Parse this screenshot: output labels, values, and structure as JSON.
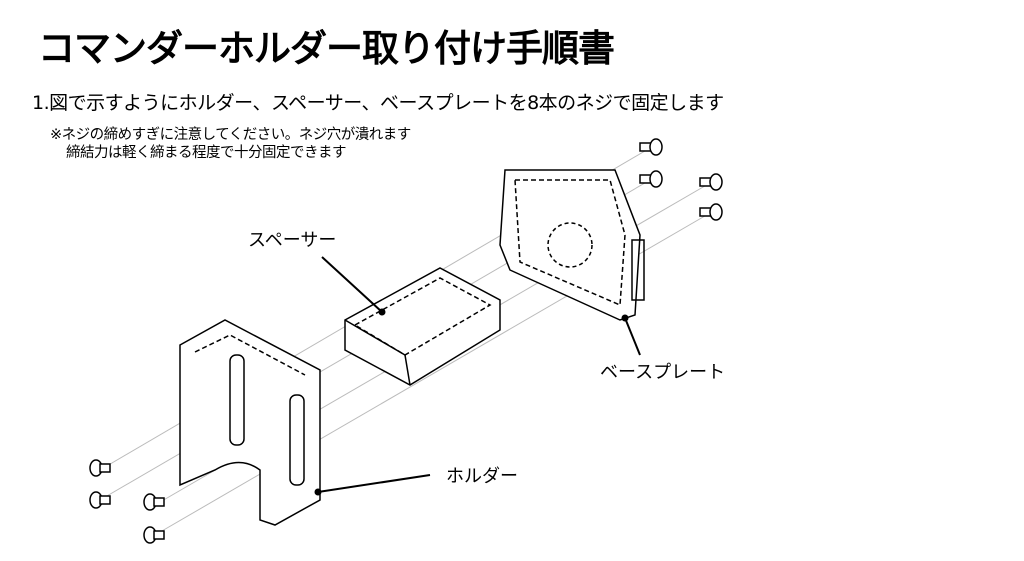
{
  "title": "コマンダーホルダー取り付け手順書",
  "step": "1.図で示すようにホルダー、スペーサー、ベースプレートを8本のネジで固定します",
  "note": {
    "line1": "※ネジの締めすぎに注意してください。ネジ穴が潰れます",
    "line2": "締結力は軽く締まる程度で十分固定できます"
  },
  "labels": {
    "spacer": "スペーサー",
    "base_plate": "ベースプレート",
    "holder": "ホルダー"
  }
}
